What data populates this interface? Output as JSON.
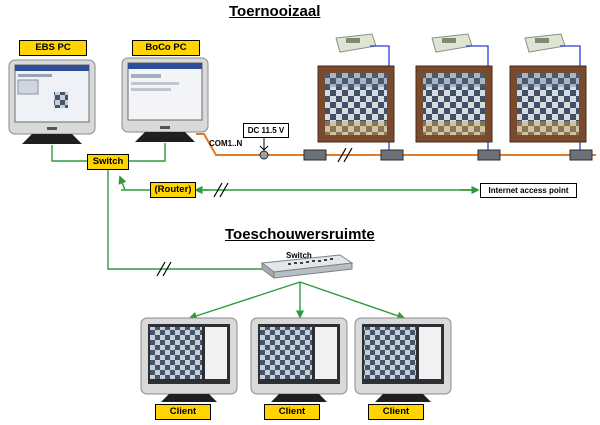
{
  "headings": {
    "hall": "Toernooizaal",
    "spectators": "Toeschouwersruimte"
  },
  "pcs": {
    "ebs": "EBS PC",
    "boco": "BoCo PC"
  },
  "network": {
    "switch_main": "Switch",
    "switch_spectators": "Switch",
    "router": "(Router)",
    "internet": "Internet access point",
    "com_port": "COM1..N",
    "power": "DC 11.5 V"
  },
  "clients": [
    "Client",
    "Client",
    "Client"
  ],
  "colors": {
    "network_link": "#2e9a3a",
    "serial_line": "#e07b2a",
    "clock_wire": "#2a3fd8",
    "label_fill": "#ffd400",
    "board_frame": "#7a4a2c"
  },
  "icons": {
    "monitor": "crt-monitor-icon",
    "board": "sensor-board-icon",
    "clock": "chess-clock-icon",
    "switch": "network-switch-icon",
    "break": "line-break-icon"
  }
}
